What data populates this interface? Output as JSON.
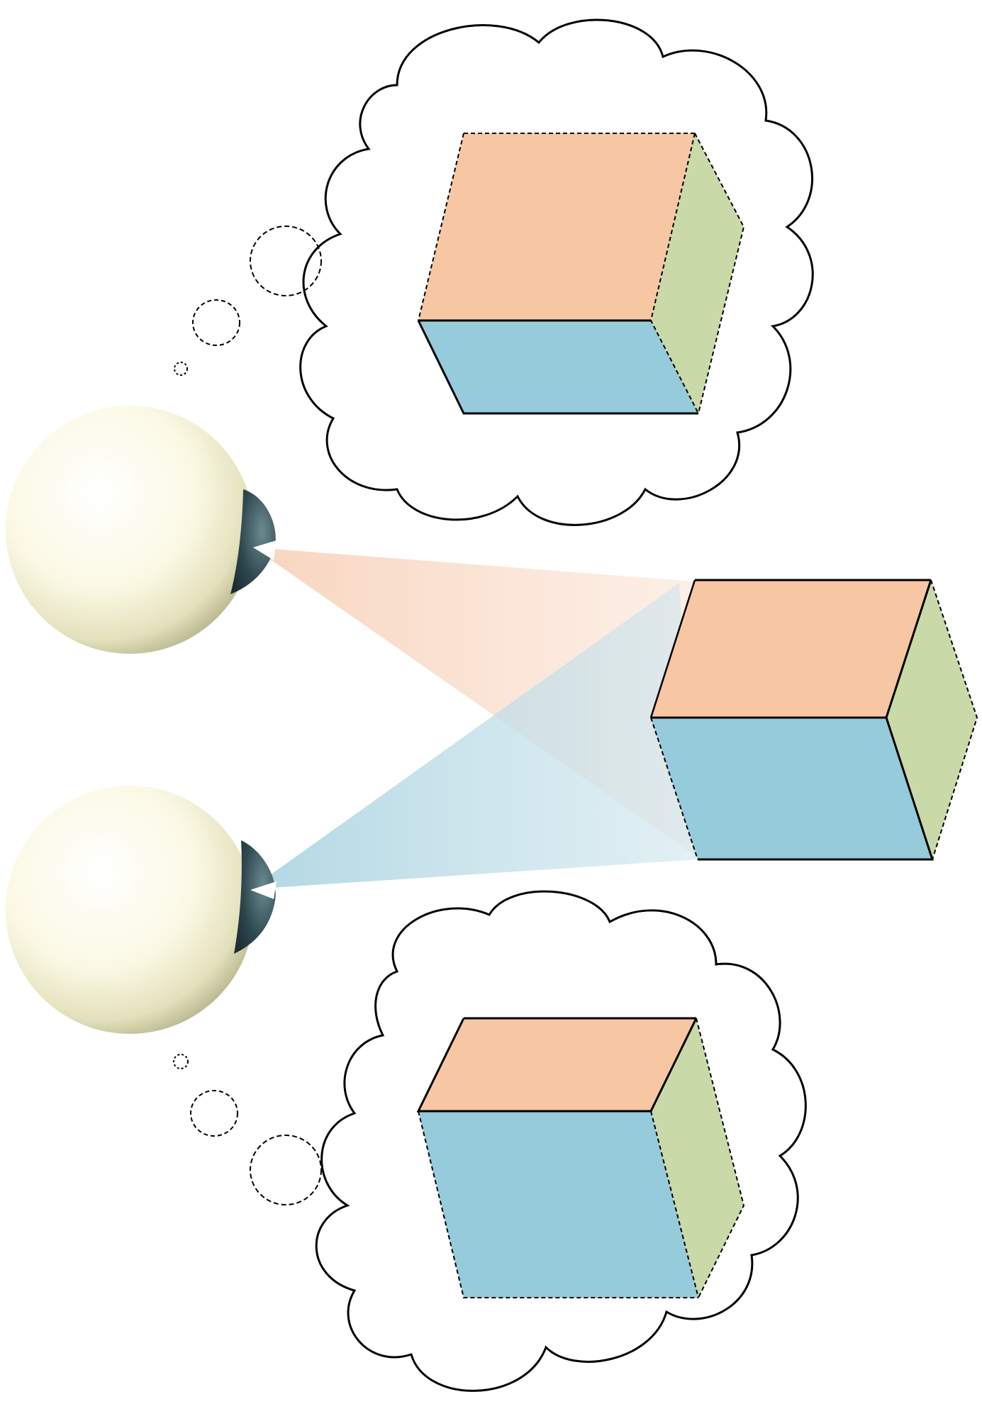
{
  "colors": {
    "background": "#ffffff",
    "top_face": "#f7c6a3",
    "front_face": "#95cbdb",
    "side_face": "#c9d9a8",
    "outline": "#000000",
    "eyeball_light": "#fdfcef",
    "eyeball_mid": "#ecebc6",
    "eyeball_dark": "#b9b890",
    "iris": "#2f4a52",
    "beam_top": "#f9d4bd",
    "beam_bottom": "#b7dbe6"
  },
  "icons": {
    "upper_eye": "eyeball-icon",
    "lower_eye": "eyeball-icon",
    "upper_thought": "thought-cloud",
    "lower_thought": "thought-cloud",
    "real_object": "cube"
  }
}
